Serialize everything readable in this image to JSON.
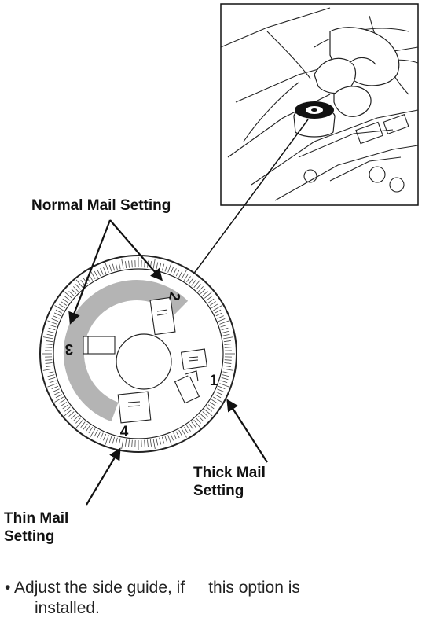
{
  "labels": {
    "normal": "Normal Mail Setting",
    "thick_line1": "Thick Mail",
    "thick_line2": "Setting",
    "thin_line1": "Thin Mail",
    "thin_line2": "Setting"
  },
  "dial": {
    "numbers": [
      "1",
      "2",
      "3",
      "4"
    ]
  },
  "instruction": {
    "bullet": "•",
    "part1": "Adjust the side guide, if",
    "part2": "this option is",
    "line2": "installed."
  },
  "colors": {
    "line": "#111111",
    "arc": "#b4b4b4",
    "paper": "#ffffff"
  }
}
